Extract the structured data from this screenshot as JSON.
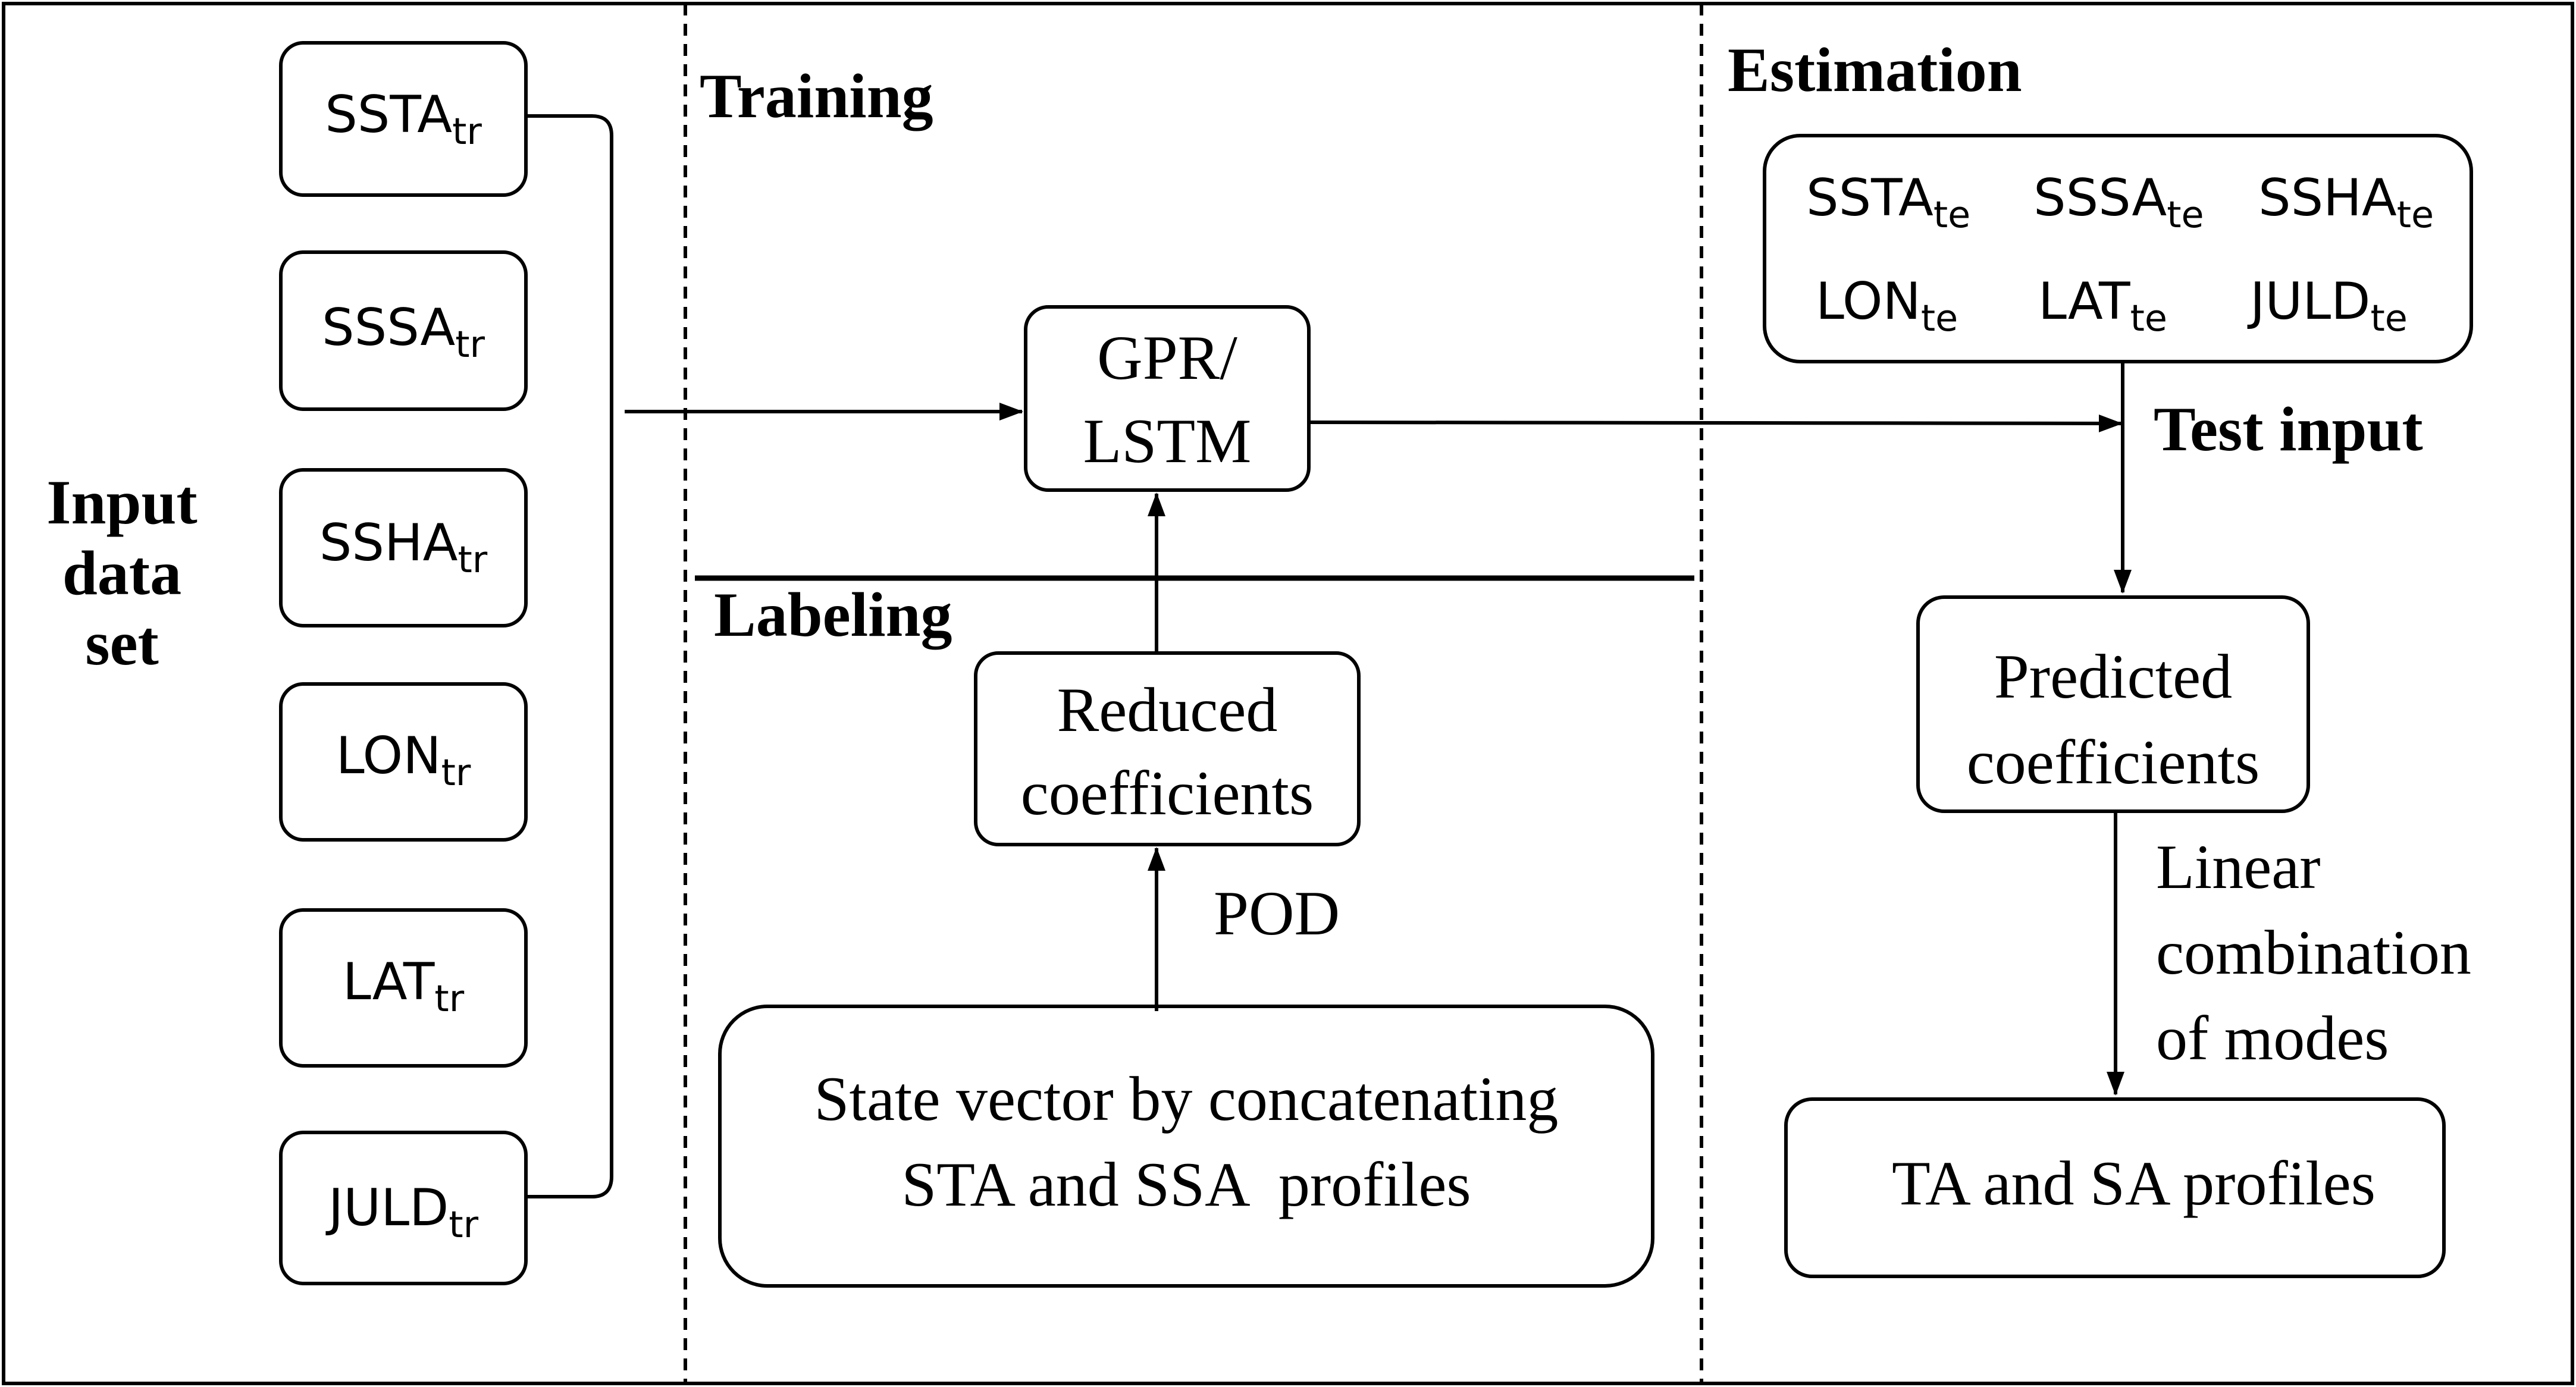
{
  "sections": {
    "input": "Input data set",
    "training": "Training",
    "labeling": "Labeling",
    "estimation": "Estimation"
  },
  "input_vars": [
    {
      "name": "SSTA",
      "sub": "tr"
    },
    {
      "name": "SSSA",
      "sub": "tr"
    },
    {
      "name": "SSHA",
      "sub": "tr"
    },
    {
      "name": "LON",
      "sub": "tr"
    },
    {
      "name": "LAT",
      "sub": "tr"
    },
    {
      "name": "JULD",
      "sub": "tr"
    }
  ],
  "test_vars": [
    {
      "name": "SSTA",
      "sub": "te"
    },
    {
      "name": "SSSA",
      "sub": "te"
    },
    {
      "name": "SSHA",
      "sub": "te"
    },
    {
      "name": "LON",
      "sub": "te"
    },
    {
      "name": "LAT",
      "sub": "te"
    },
    {
      "name": "JULD",
      "sub": "te"
    }
  ],
  "model": {
    "line1": "GPR/",
    "line2": "LSTM"
  },
  "reduced": {
    "line1": "Reduced",
    "line2": "coefficients"
  },
  "pod_label": "POD",
  "state_vector": {
    "line1": "State vector by concatenating",
    "line2": "STA and SSA  profiles"
  },
  "test_input_label": "Test input",
  "predicted": {
    "line1": "Predicted",
    "line2": "coefficients"
  },
  "linear_combination": {
    "line1": "Linear",
    "line2": "combination",
    "line3": "of modes"
  },
  "output": "TA and SA profiles"
}
